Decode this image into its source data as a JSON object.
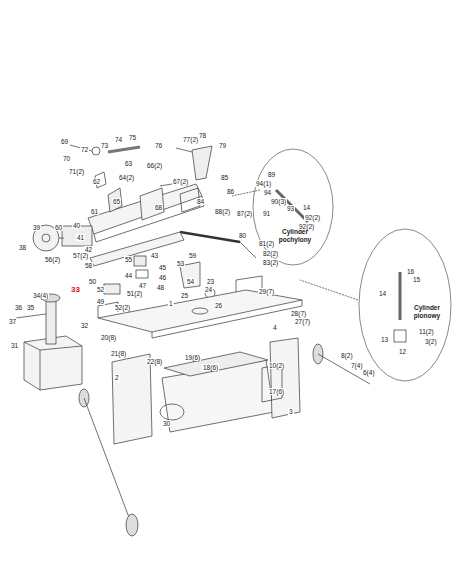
{
  "diagram": {
    "nodes": [
      {
        "text": [
          "Cylinder pochylony"
        ]
      },
      {
        "text": [
          "Cylinder pionowy"
        ]
      }
    ],
    "labels": [
      "69",
      "72",
      "70",
      "73",
      "71(2)",
      "74",
      "75",
      "76",
      "77(2)",
      "78",
      "79",
      "63",
      "66(2)",
      "62",
      "64(2)",
      "65",
      "67(2)",
      "85",
      "86",
      "68",
      "84",
      "88(2)",
      "87(2)",
      "61",
      "39",
      "40",
      "41",
      "42",
      "38",
      "60",
      "56(2)",
      "57(2)",
      "58",
      "55",
      "43",
      "59",
      "44",
      "45",
      "46",
      "47",
      "48",
      "53",
      "54",
      "23",
      "24",
      "25",
      "50",
      "52",
      "51(2)",
      "49",
      "52(2)",
      "26",
      "1",
      "29(7)",
      "28(7)",
      "27(7)",
      "80",
      "81(2)",
      "82(2)",
      "83(2)",
      "33",
      "34(4)",
      "36",
      "35",
      "37",
      "32",
      "31",
      "20(8)",
      "21(8)",
      "22(8)",
      "19(6)",
      "18(6)",
      "2",
      "30",
      "10(2)",
      "17(6)",
      "3",
      "4",
      "8(2)",
      "7(4)",
      "6(4)",
      "94(1)",
      "94",
      "89",
      "93",
      "90(3)",
      "91",
      "14",
      "92(2)",
      "92(2)",
      "16",
      "15",
      "14",
      "13",
      "11(2)",
      "3(2)",
      "12"
    ]
  }
}
